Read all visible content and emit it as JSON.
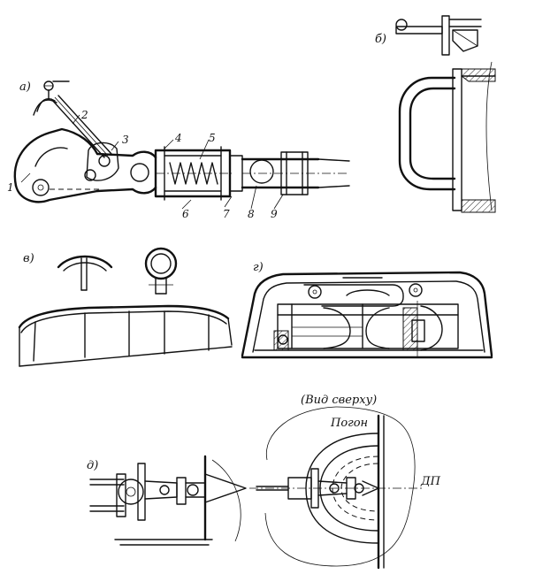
{
  "fig_a": {
    "letter": "а)",
    "callouts": [
      "1",
      "2",
      "3",
      "4",
      "5",
      "6",
      "7",
      "8",
      "9"
    ]
  },
  "fig_b": {
    "letter": "б)"
  },
  "fig_v": {
    "letter": "в)"
  },
  "fig_g": {
    "letter": "г)"
  },
  "fig_d": {
    "letter": "д)",
    "view_caption": "(Вид сверху)",
    "rail_label": "Погон",
    "centerline_label": "ДП"
  }
}
